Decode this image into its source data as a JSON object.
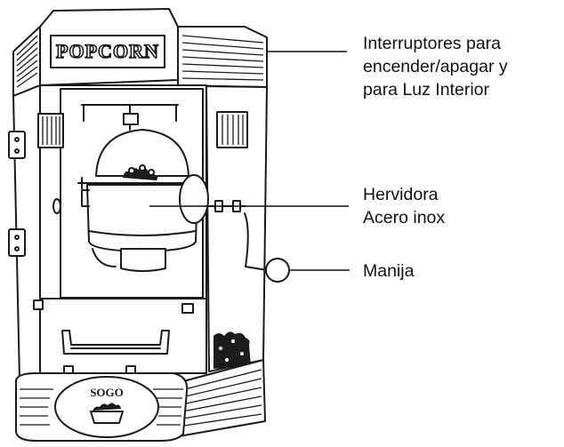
{
  "diagram": {
    "machine_sign": "POPCORN",
    "base_logo": "SOGO",
    "callouts": [
      {
        "id": "switches",
        "text": "Interruptores para\nencender/apagar y\npara Luz Interior"
      },
      {
        "id": "kettle",
        "text": "Hervidora\nAcero inox"
      },
      {
        "id": "handle",
        "text": "Manija"
      }
    ]
  },
  "colors": {
    "line": "#1a1a1a",
    "background": "#ffffff"
  }
}
